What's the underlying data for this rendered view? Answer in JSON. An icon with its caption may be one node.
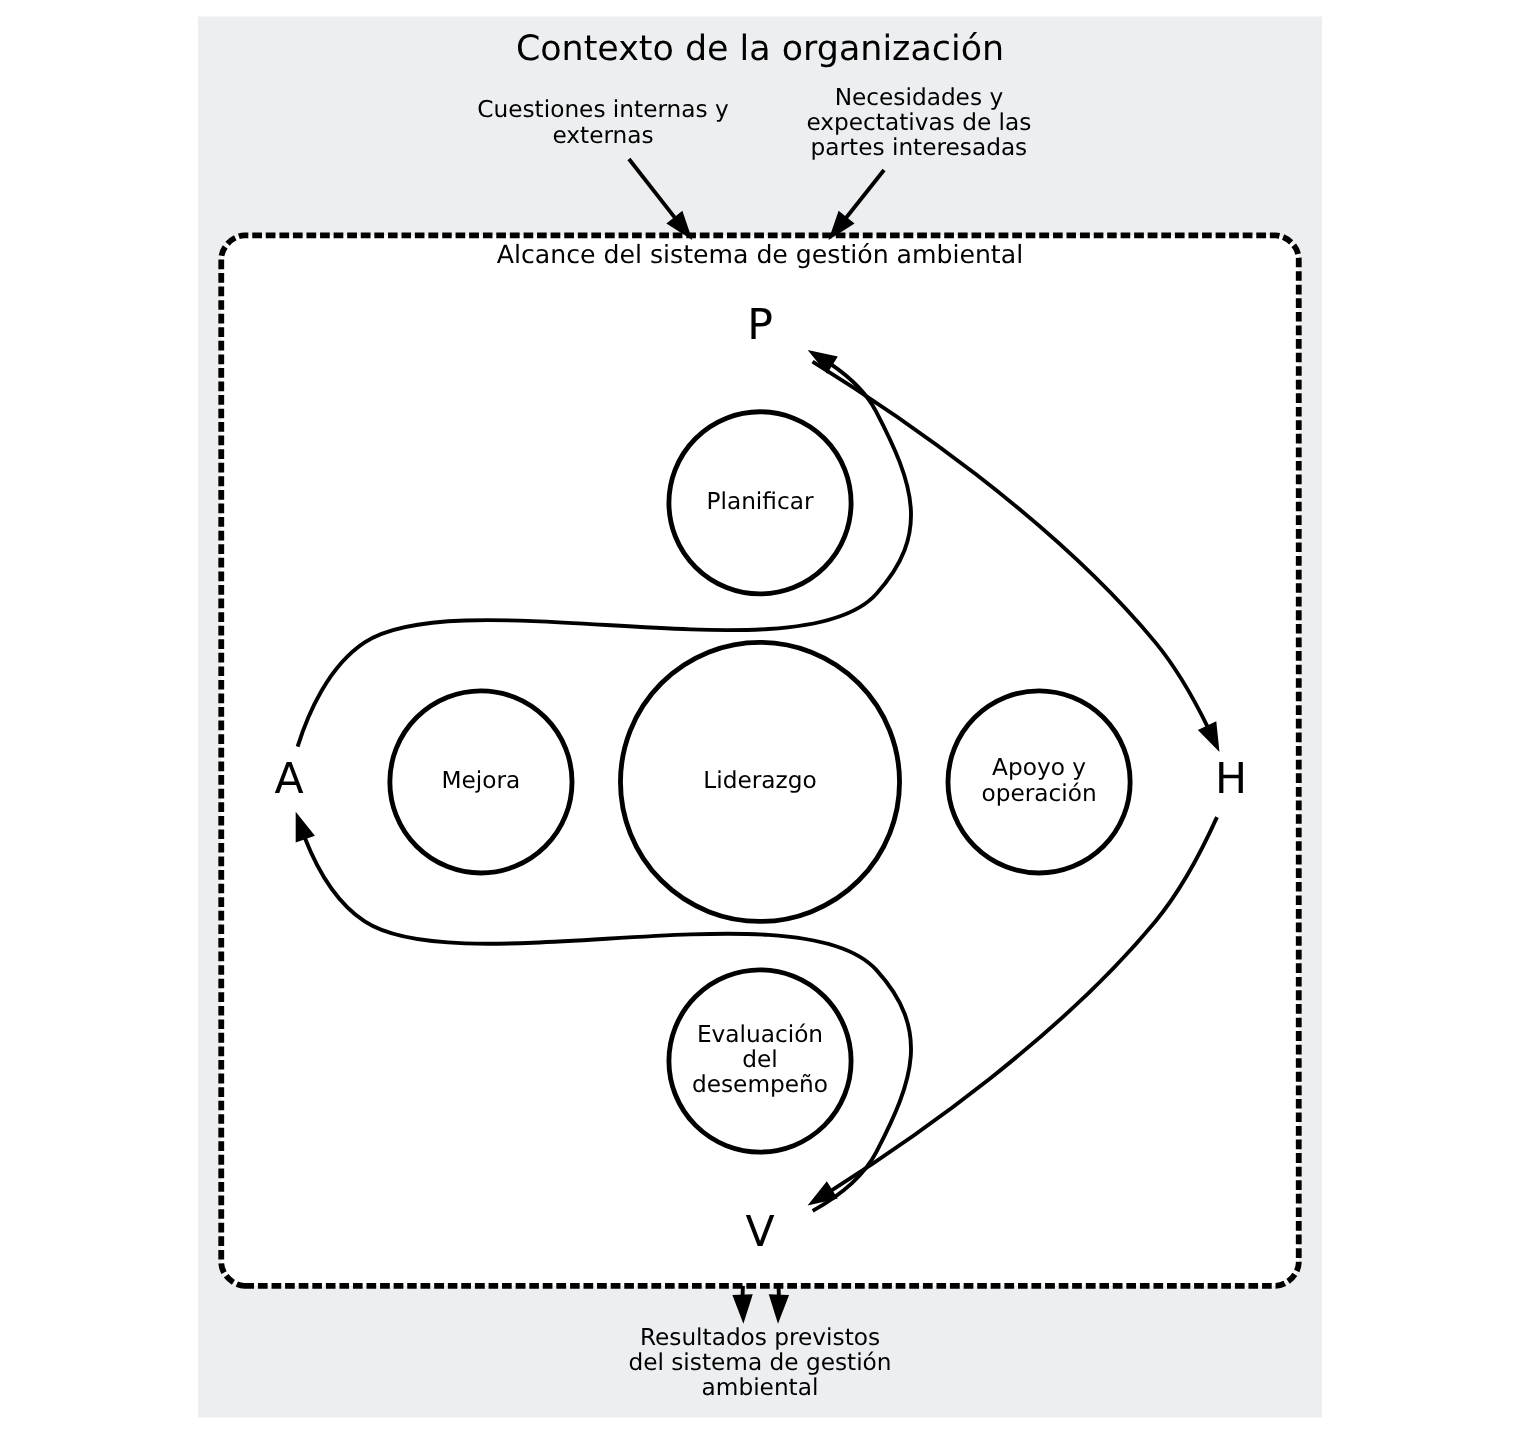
{
  "diagram": {
    "title": "Contexto de la organización",
    "nodes": [
      {
        "text": [
          "Cuestiones internas y externas"
        ]
      },
      {
        "text": [
          "Necesidades y expectativas de las partes interesadas"
        ]
      },
      {
        "text": [
          "Alcance del sistema de gestión ambiental"
        ]
      },
      {
        "text": [
          "P"
        ],
        "in": 2
      },
      {
        "text": [
          "A"
        ],
        "in": 2
      },
      {
        "text": [
          "Planificar"
        ],
        "in": 2
      },
      {
        "text": [
          "Mejora"
        ],
        "in": 2
      },
      {
        "text": [
          "Liderazgo"
        ],
        "in": 2
      },
      {
        "text": [
          "Apoyo y operación"
        ],
        "in": 2
      },
      {
        "text": [
          "Evaluación del desempeño"
        ],
        "in": 2
      },
      {
        "text": [
          "H"
        ],
        "in": 2
      },
      {
        "text": [
          "V"
        ],
        "in": 2
      },
      {
        "text": [
          "Resultados previstos del sistema de gestión ambiental"
        ]
      }
    ],
    "edges": [
      {
        "from": 0,
        "to": 2,
        "arrow": "to"
      },
      {
        "from": 1,
        "to": 2,
        "arrow": "to"
      },
      {
        "from": 3,
        "to": 10,
        "arrow": "to"
      },
      {
        "from": 10,
        "to": 11,
        "arrow": "to"
      },
      {
        "from": 11,
        "to": 4,
        "arrow": "to"
      },
      {
        "from": 4,
        "to": 3,
        "arrow": "to"
      },
      {
        "from": 2,
        "to": 12,
        "arrow": "to"
      },
      {
        "from": 2,
        "to": 12,
        "arrow": "to"
      }
    ]
  }
}
